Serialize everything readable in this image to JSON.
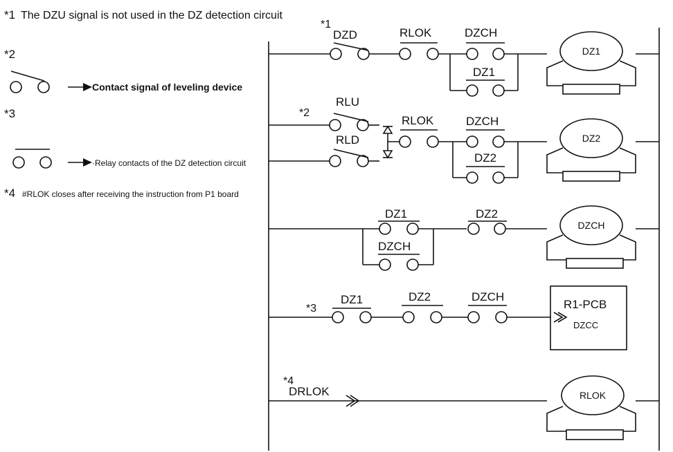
{
  "notes": {
    "n1_mark": "*1",
    "n1_text": "The DZU signal is not used in the DZ detection circuit",
    "n2_mark": "*2",
    "n2_text": "Contact signal of leveling device",
    "n3_mark": "*3",
    "n3_text": "·Relay contacts of the DZ detection circuit",
    "n4_mark": "*4",
    "n4_text": "#RLOK closes after receiving the instruction from P1 board"
  },
  "rung1": {
    "mark": "*1",
    "dzd": "DZD",
    "rlok": "RLOK",
    "dzch": "DZCH",
    "dz1": "DZ1",
    "coil": "DZ1"
  },
  "rung2": {
    "mark": "*2",
    "rlu": "RLU",
    "rld": "RLD",
    "rlok": "RLOK",
    "dzch": "DZCH",
    "dz2": "DZ2",
    "coil": "DZ2"
  },
  "rung3": {
    "dz1": "DZ1",
    "dzch": "DZCH",
    "dz2": "DZ2",
    "coil": "DZCH"
  },
  "rung4": {
    "mark": "*3",
    "dz1": "DZ1",
    "dz2": "DZ2",
    "dzch": "DZCH",
    "box_title": "R1-PCB",
    "box_sub": "DZCC"
  },
  "rung5": {
    "mark": "*4",
    "signal": "DRLOK",
    "coil": "RLOK"
  }
}
